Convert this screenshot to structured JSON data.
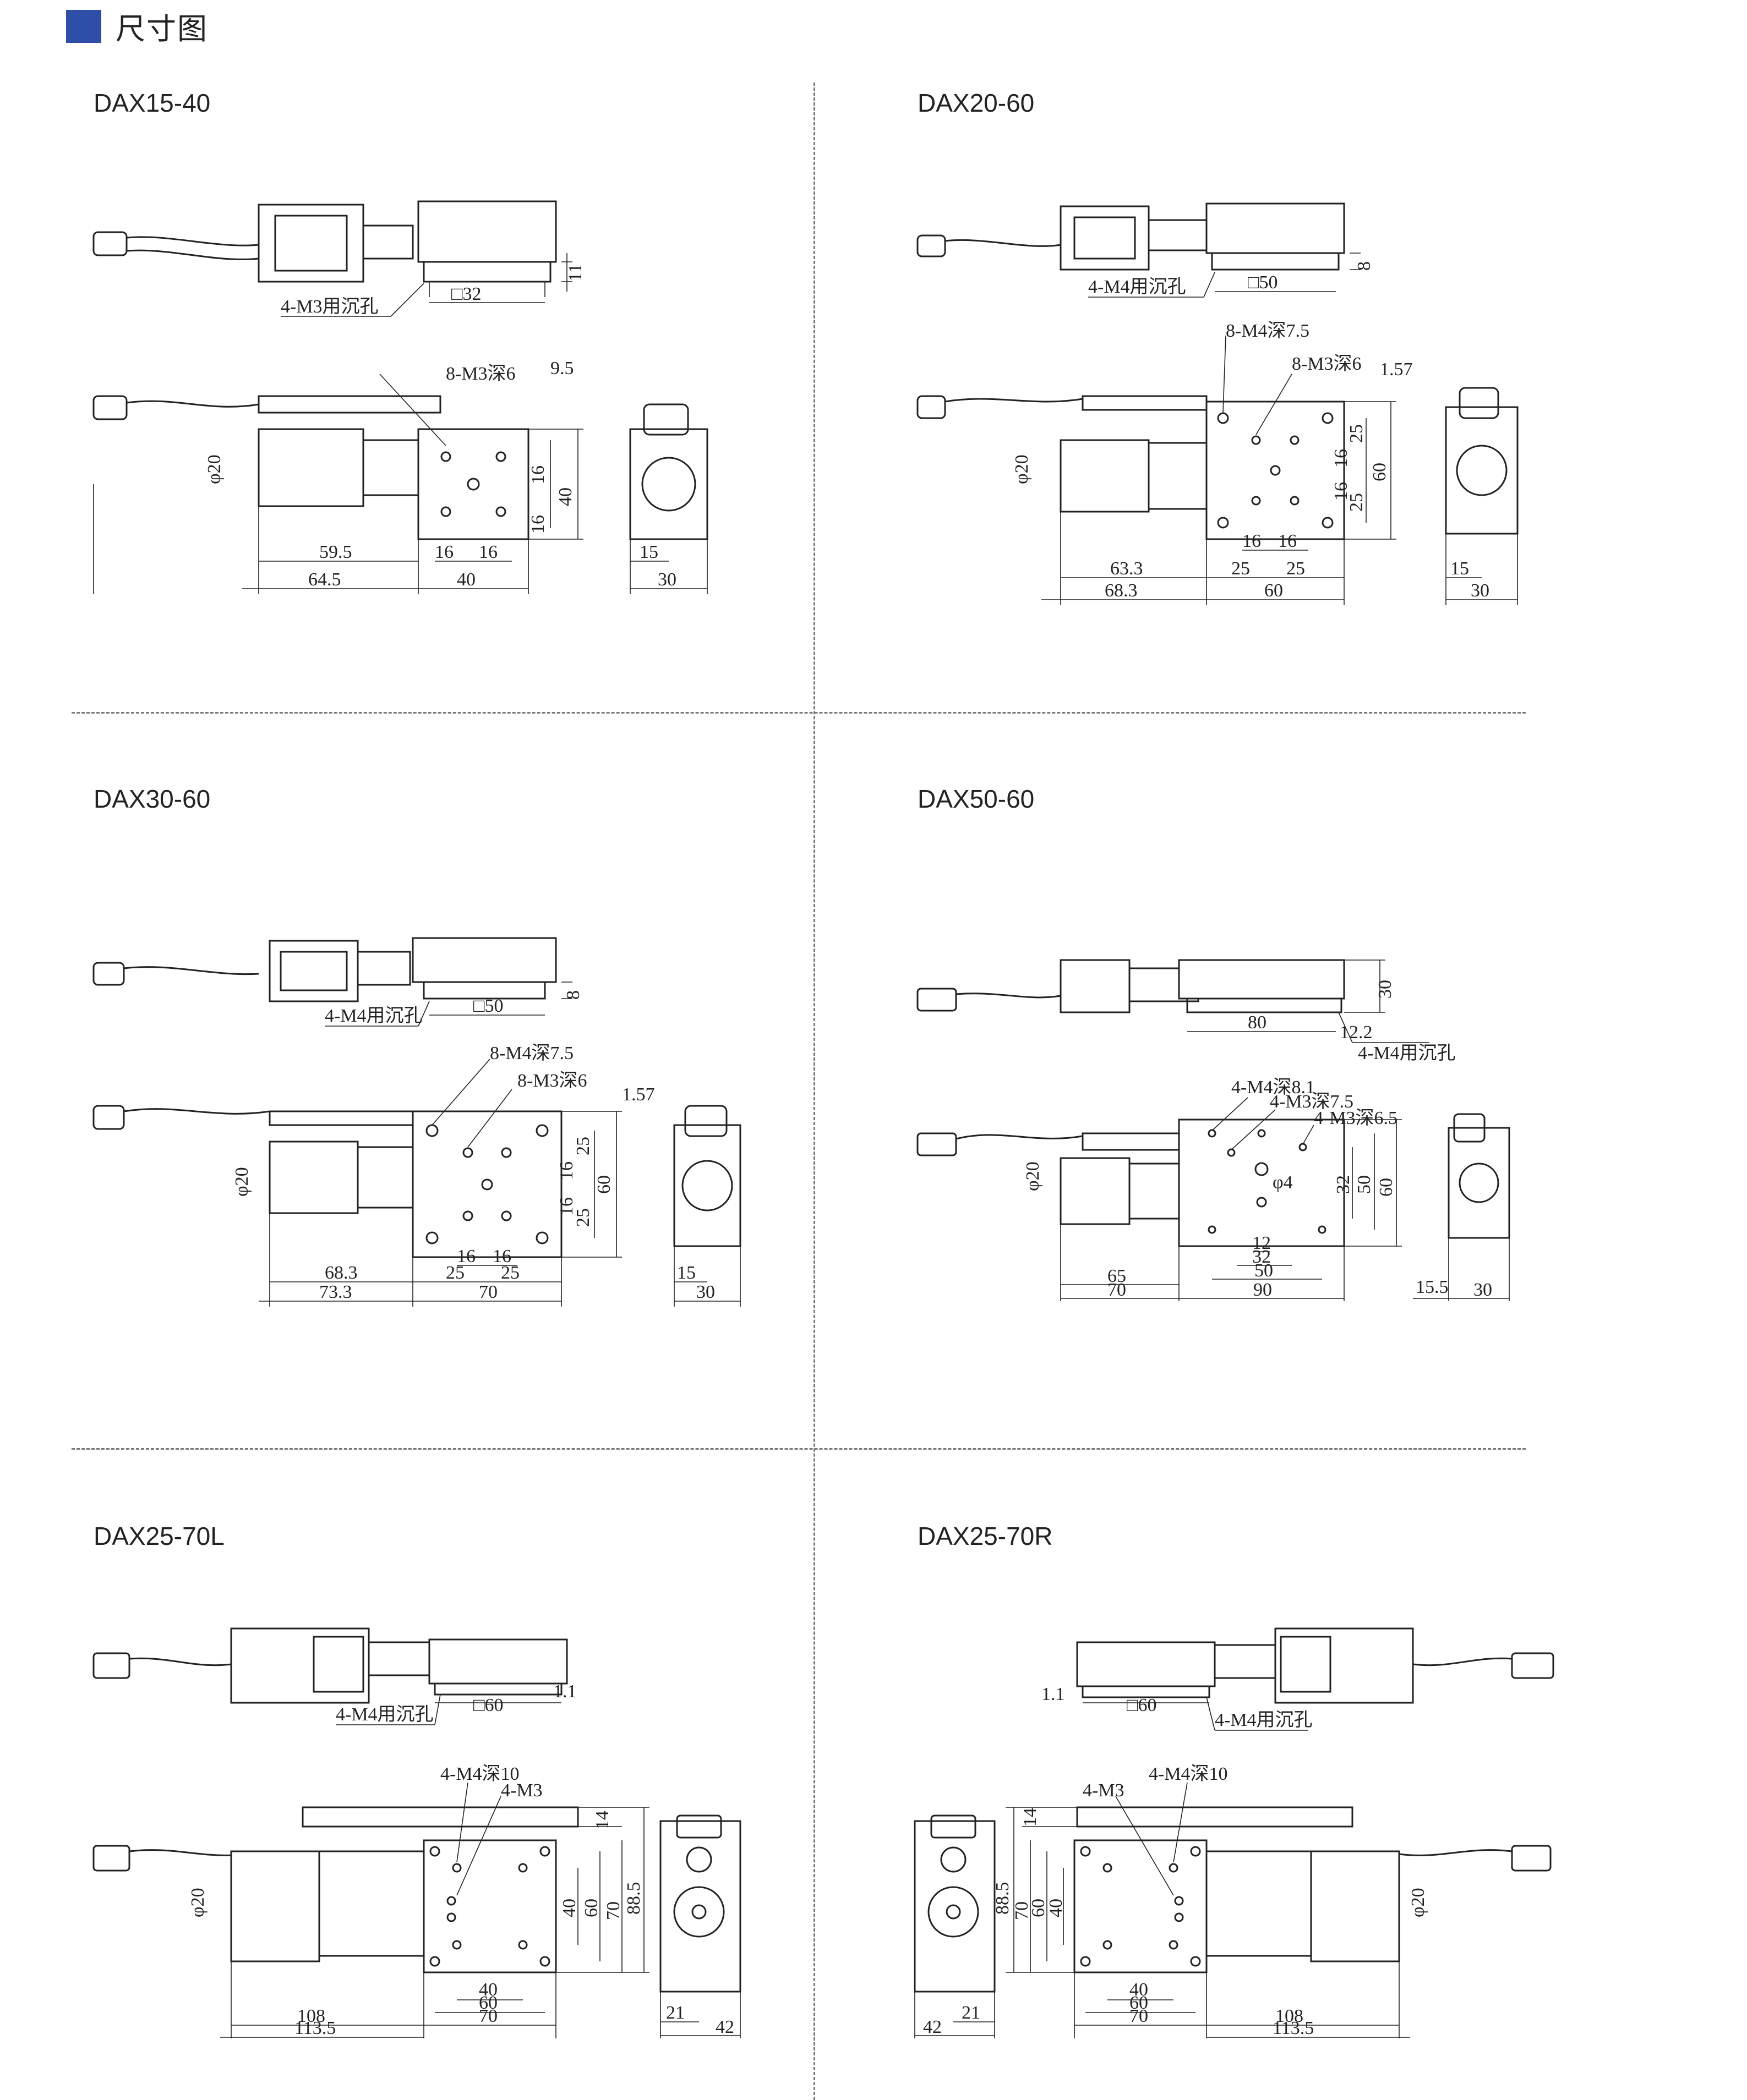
{
  "header": {
    "title": "尺寸图"
  },
  "panels": [
    {
      "model": "DAX15-40",
      "dims": {
        "hole_note": "4-M3用沉孔",
        "square": "□32",
        "height": "11",
        "thread": "8-M3深6",
        "offset": "9.5",
        "pitch_a": "16",
        "pitch_b": "16",
        "side": "40",
        "phi": "φ20",
        "len_a": "59.5",
        "len_b": "64.5",
        "h1": "16",
        "h2": "16",
        "width": "40",
        "end_a": "15",
        "end_b": "30"
      }
    },
    {
      "model": "DAX20-60",
      "dims": {
        "hole_note": "4-M4用沉孔",
        "square": "□50",
        "height": "8",
        "thread_a": "8-M4深7.5",
        "thread_b": "8-M3深6",
        "offset": "1.57",
        "v_a": "25",
        "v_b": "16",
        "v_c": "16",
        "v_d": "25",
        "side": "60",
        "phi": "φ20",
        "h_a": "16",
        "h_b": "16",
        "h_c": "25",
        "h_d": "25",
        "len_a": "63.3",
        "len_b": "68.3",
        "width": "60",
        "end_a": "15",
        "end_b": "30"
      }
    },
    {
      "model": "DAX30-60",
      "dims": {
        "hole_note": "4-M4用沉孔",
        "square": "□50",
        "height": "8",
        "thread_a": "8-M4深7.5",
        "thread_b": "8-M3深6",
        "offset": "1.57",
        "v_a": "25",
        "v_b": "16",
        "v_c": "16",
        "v_d": "25",
        "side": "60",
        "phi": "φ20",
        "h_a": "16",
        "h_b": "16",
        "h_c": "25",
        "h_d": "25",
        "len_a": "68.3",
        "len_b": "73.3",
        "width": "70",
        "end_a": "15",
        "end_b": "30"
      }
    },
    {
      "model": "DAX50-60",
      "dims": {
        "top_len": "80",
        "height": "30",
        "offset": "12.2",
        "hole_note": "4-M4用沉孔",
        "thread_a": "4-M4深8.1",
        "thread_b": "4-M3深7.5",
        "thread_c": "4-M3深6.5",
        "bore": "φ4",
        "phi": "φ20",
        "v_a": "32",
        "v_b": "50",
        "v_c": "60",
        "h_a": "12",
        "h_b": "32",
        "h_c": "50",
        "len_a": "65",
        "len_b": "70",
        "width": "90",
        "end_a": "15.5",
        "end_b": "30"
      }
    },
    {
      "model": "DAX25-70L",
      "dims": {
        "square": "□60",
        "offset": "1.1",
        "hole_note": "4-M4用沉孔",
        "thread_a": "4-M4深10",
        "thread_b": "4-M3",
        "top": "14",
        "v_a": "40",
        "v_b": "60",
        "v_c": "70",
        "v_d": "88.5",
        "phi": "φ20",
        "h_a": "40",
        "h_b": "60",
        "h_c": "70",
        "len_a": "108",
        "len_b": "113.5",
        "end_a": "21",
        "end_b": "42"
      }
    },
    {
      "model": "DAX25-70R",
      "dims": {
        "square": "□60",
        "offset": "1.1",
        "hole_note": "4-M4用沉孔",
        "thread_a": "4-M4深10",
        "thread_b": "4-M3",
        "top": "14",
        "v_a": "40",
        "v_b": "60",
        "v_c": "70",
        "v_d": "88.5",
        "phi": "φ20",
        "h_a": "40",
        "h_b": "60",
        "h_c": "70",
        "len_a": "108",
        "len_b": "113.5",
        "end_a": "21",
        "end_b": "42"
      }
    }
  ]
}
